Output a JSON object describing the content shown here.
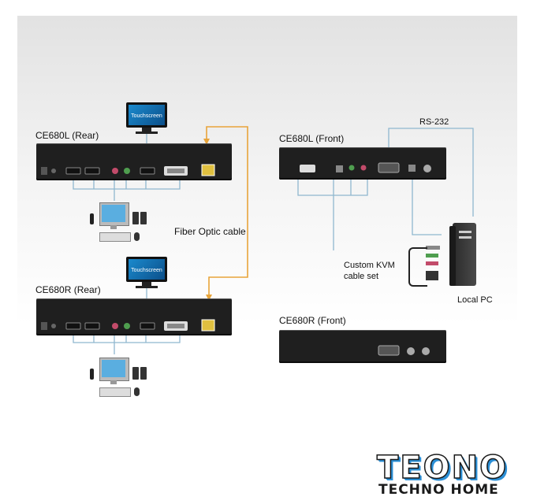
{
  "labels": {
    "ce680l_rear": "CE680L (Rear)",
    "ce680r_rear": "CE680R (Rear)",
    "ce680l_front": "CE680L (Front)",
    "ce680r_front": "CE680R (Front)",
    "rs232": "RS-232",
    "fiber": "Fiber Optic cable",
    "custom_kvm": "Custom KVM\ncable set",
    "local_pc": "Local PC",
    "touchscreen": "Touchscreen"
  },
  "colors": {
    "fiber_cable": "#e8a43a",
    "kvm_cable": "#8fb7cf",
    "device_body": "#1f1f1f",
    "logo_accent": "#2b8fd6"
  },
  "logo": {
    "main": "TEONO",
    "sub": "TECHNO HOME"
  }
}
